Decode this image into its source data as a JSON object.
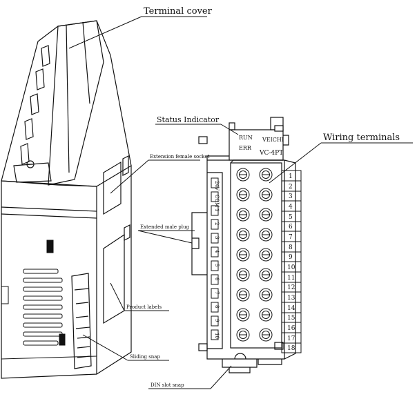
{
  "callouts": {
    "terminal_cover": "Terminal cover",
    "status_indicator": "Status Indicator",
    "wiring_terminals": "Wiring terminals",
    "extension_female_socket": "Extension female socket",
    "extended_male_plug": "Extended male plug",
    "product_labels": "Product labels",
    "sliding_snap": "Sliding snap",
    "din_slot_snap": "DIN slot snap"
  },
  "module_face": {
    "run": "RUN",
    "err": "ERR",
    "brand": "VEICHI",
    "model": "VC-4PT"
  },
  "left_column_labels": [
    "24V",
    "COM",
    "1",
    "2",
    "3",
    "4",
    "5",
    "6",
    "7",
    "8",
    "9",
    "10"
  ],
  "terminal_numbers": [
    "1",
    "2",
    "3",
    "4",
    "5",
    "6",
    "7",
    "8",
    "9",
    "10",
    "11",
    "12",
    "13",
    "14",
    "15",
    "16",
    "17",
    "18"
  ]
}
